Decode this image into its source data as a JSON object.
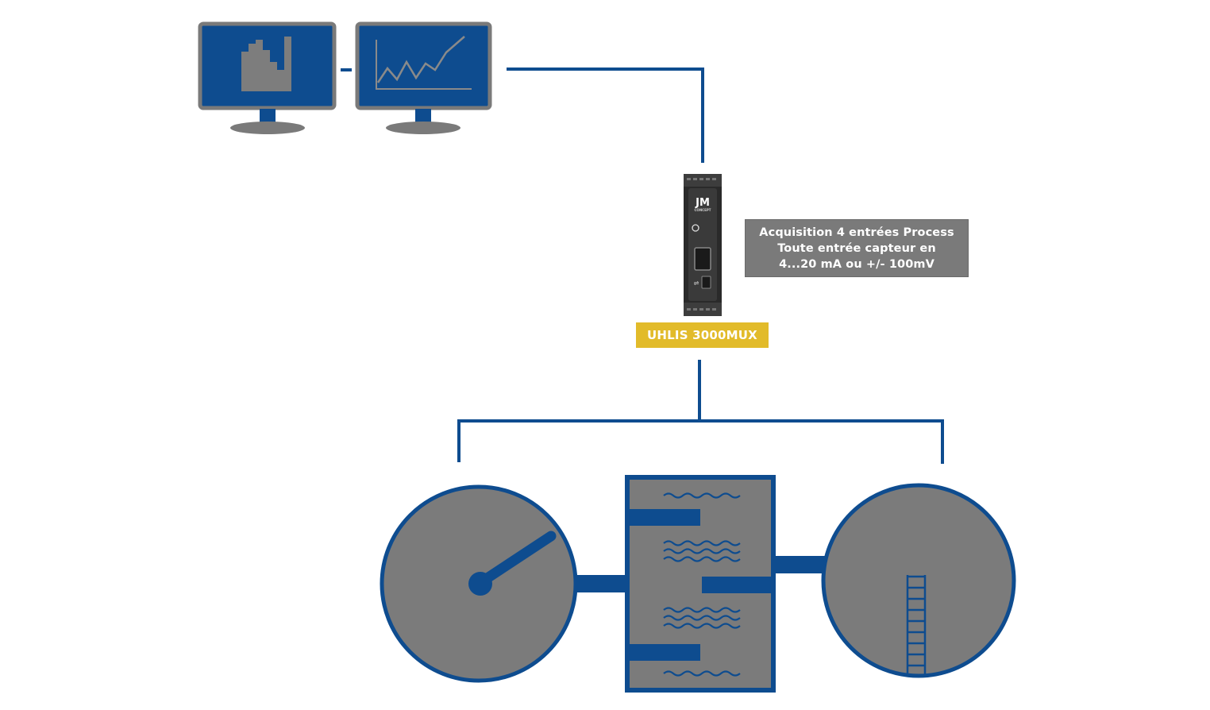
{
  "device": {
    "name": "UHLIS 3000MUX",
    "logo": "JM",
    "logo_sub": "CONCEPT"
  },
  "info_box": {
    "lines": [
      "Acquisition 4 entrées Process",
      "Toute entrée capteur en",
      "4...20 mA ou +/- 100mV"
    ]
  },
  "icons": {
    "monitor_left": "bar-chart-monitor-icon",
    "monitor_right": "line-chart-monitor-icon",
    "tank_left": "gauge-dial-tank-icon",
    "tank_center": "baffle-tank-icon",
    "tank_right": "level-scale-tank-icon"
  },
  "colors": {
    "blue": "#0e4c8f",
    "gray": "#7b7b7b",
    "dark": "#2a2a2a",
    "yellow": "#e2bb2a"
  }
}
